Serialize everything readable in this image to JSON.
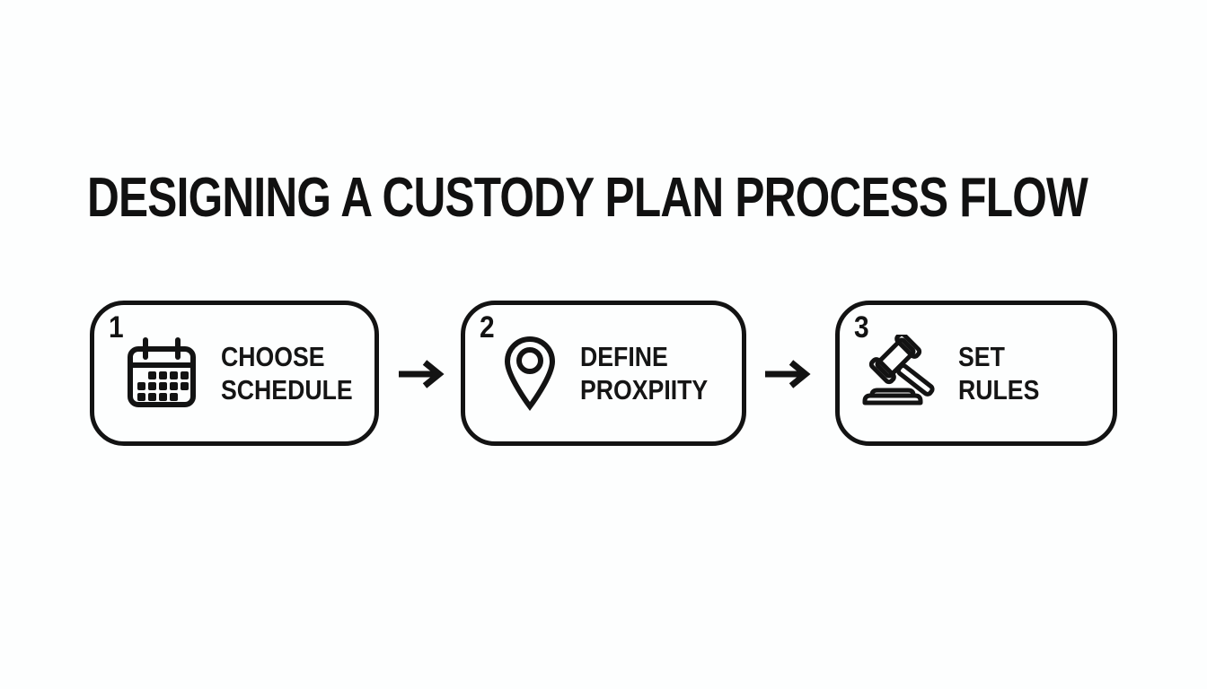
{
  "title": "DESIGNING A CUSTODY PLAN PROCESS FLOW",
  "steps": [
    {
      "number": "1",
      "icon": "calendar-icon",
      "label_lines": [
        "CHOOSE",
        "SCHEDULE"
      ]
    },
    {
      "number": "2",
      "icon": "map-pin-icon",
      "label_lines": [
        "DEFINE",
        "PROXPIITY"
      ]
    },
    {
      "number": "3",
      "icon": "gavel-icon",
      "label_lines": [
        "SET",
        "RULES"
      ]
    }
  ],
  "colors": {
    "background": "#fdfefe",
    "foreground": "#131313"
  }
}
